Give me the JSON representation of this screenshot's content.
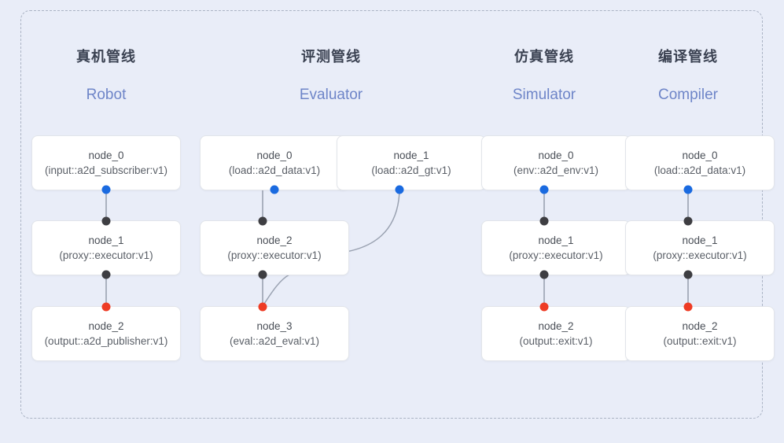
{
  "diagram": {
    "background_color": "#e9edf8",
    "frame_border_color": "#aab3c4",
    "port_colors": {
      "output": "#1a6ae0",
      "input": "#3e3e42",
      "terminal": "#ee3b24"
    },
    "edge_color": "#8b93a3"
  },
  "columns": [
    {
      "cn": "真机管线",
      "en": "Robot",
      "nodes": [
        {
          "title": "node_0",
          "sub": "(input::a2d_subscriber:v1)"
        },
        {
          "title": "node_1",
          "sub": "(proxy::executor:v1)"
        },
        {
          "title": "node_2",
          "sub": "(output::a2d_publisher:v1)"
        }
      ]
    },
    {
      "cn": "评测管线",
      "en": "Evaluator",
      "nodes": [
        {
          "title": "node_0",
          "sub": "(load::a2d_data:v1)"
        },
        {
          "title": "node_1",
          "sub": "(load::a2d_gt:v1)"
        },
        {
          "title": "node_2",
          "sub": "(proxy::executor:v1)"
        },
        {
          "title": "node_3",
          "sub": "(eval::a2d_eval:v1)"
        }
      ]
    },
    {
      "cn": "仿真管线",
      "en": "Simulator",
      "nodes": [
        {
          "title": "node_0",
          "sub": "(env::a2d_env:v1)"
        },
        {
          "title": "node_1",
          "sub": "(proxy::executor:v1)"
        },
        {
          "title": "node_2",
          "sub": "(output::exit:v1)"
        }
      ]
    },
    {
      "cn": "编译管线",
      "en": "Compiler",
      "nodes": [
        {
          "title": "node_0",
          "sub": "(load::a2d_data:v1)"
        },
        {
          "title": "node_1",
          "sub": "(proxy::executor:v1)"
        },
        {
          "title": "node_2",
          "sub": "(output::exit:v1)"
        }
      ]
    }
  ]
}
